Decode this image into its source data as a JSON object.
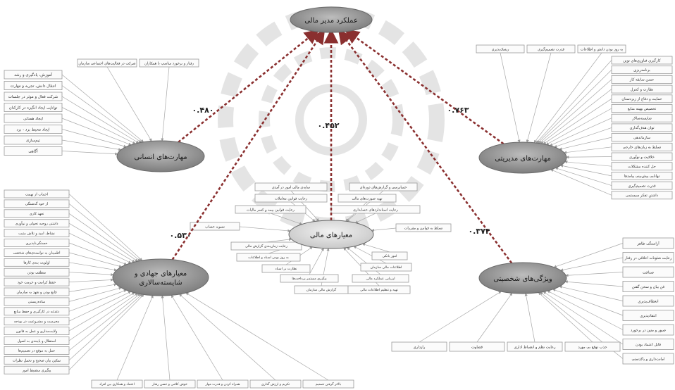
{
  "center": {
    "top": "عملکرد مدیر مالی",
    "hr": "مهارت‌های انسانی",
    "mgmt": "مهارت‌های مدیریتی",
    "fin": "معیارهای مالی",
    "jihad": [
      "معیارهای جهادی و",
      "شایسته‌سالاری"
    ],
    "pers": "ویژگی‌های شخصیتی"
  },
  "paths": {
    "hr": "۰.۴۸۰",
    "fin": "۰.۴۵۲",
    "mgmt": "۰.۷۶۳",
    "jihad": "۰.۵۳۰",
    "pers": "۰.۳۷۴"
  },
  "indicators": {
    "hr_top": [
      "شرکت در فعالیت‌های اجتماعی سازمان",
      "رفتار و برخورد مناسب با همکاران"
    ],
    "hr_left": [
      "آموزش، یادگیری و رشد",
      "انتقال دانش، تجربه و مهارت",
      "شرکت فعال و موثر در جلسات",
      "توانایی ایجاد انگیزه در کارکنان",
      "ایجاد همدلی",
      "ایجاد محیط برد - برد",
      "تیم‌سازی",
      "آگاهی"
    ],
    "mgmt_top": [
      "به روز بودن دانش و اطلاعات",
      "قدرت تصمیم‌گیری",
      "ریسک‌پذیری"
    ],
    "mgmt_right": [
      "کارگیری فناوری‌های نوین",
      "برنامه‌ریزی",
      "حسن سابقه کار",
      "نظارت و کنترل",
      "حمایت و دفاع از زیردستان",
      "تخصیص بهینه منابع",
      "شایسته‌سالار",
      "توان هدف‌گذاری",
      "سازماندهی",
      "تسلط به زبان‌های خارجی",
      "خلاقیت و نوآوری",
      "حل کننده مشکلات",
      "توانایی پیش‌بینی پیامدها",
      "قدرت تصمیم‌گیری",
      "داشتن تفکر سیستمی"
    ],
    "jihad_left": [
      "اجتناب از تهمت",
      "از خود گذشتگی",
      "تعهد کاری",
      "داشتن روحیه تحولی و نوآوری",
      "نشاط، امید و تلاش مثبت",
      "خستگی‌ناپذیری",
      "اطمینان به توانمندی‌های شخصی",
      "اولویت بندی کارها",
      "منطقی بودن",
      "حفظ کرامت و حرمت خود",
      "قانع بودن و تعهد به سازمان",
      "ساده‌زیستی",
      "دغدغه در کارگیری و حفظ منابع",
      "محرمیت و مشروعیت در بودجه",
      "ولایت‌مداری و عمل به قانون",
      "استقلال و پایبندی به اصول",
      "عمل به موقع در تصمیم‌ها",
      "تمکین بیان صحیح و تحمل نظرات",
      "پیگیری منضبط امور"
    ],
    "jihad_bottom": [
      "بالاتر گرفتن تصمیم",
      "تکریم و ارزش گذاری",
      "همراه کردن و قدرت مهار",
      "خوش کلامی و حسن رفتار",
      "اعتماد و همکاری بین افراد"
    ],
    "fin_top": [
      "سایه‌ی مالی امور در آمدی",
      "رعایت قوانین معاملات",
      "رعایت قوانین بیمه و کسر مالیات",
      "حسابرسی و گزارش‌های دوره‌ای",
      "تهیه صورت‌های مالی",
      "رعایت استانداردهای حسابداری"
    ],
    "fin_left": [
      "تسویه حساب"
    ],
    "fin_right": [
      "تسلط به قوانین و مقررات"
    ],
    "fin_bottom": [
      "رعایت زمان‌بندی گزارش مالی",
      "به روز بودن اسناد و اطلاعات",
      "نظارت بر اسناد",
      "پیگیری مستمر پرداخت‌ها",
      "گزارش مالی سازمان",
      "امور بانکی",
      "اطلاعات مالی سازمان",
      "ارزیابی عملکرد مالی",
      "تهیه و تنظیم اطلاعات مالی"
    ],
    "pers_right": [
      "آراستگی ظاهر",
      "رعایت شئونات اخلاقی در رفتار",
      "صداقت",
      "فن بیان و سخن گفتن",
      "انعطاف‌پذیری",
      "انتقادپذیری",
      "صبور و متین در برخورد",
      "قابل اعتماد بودن",
      "امانت‌داری و پاکدستی"
    ],
    "pers_bottom": [
      "جذب توقع بی مورد",
      "رعایت نظم و انضباط اداری",
      "قضاوت",
      "رازداری"
    ]
  },
  "colors": {
    "ellipse": "#8f8f8f",
    "ellipse_light": "#cfcfcf",
    "path": "#8a2f2f",
    "box_border": "#9a9a9a",
    "arrow": "#a8a8a8"
  }
}
